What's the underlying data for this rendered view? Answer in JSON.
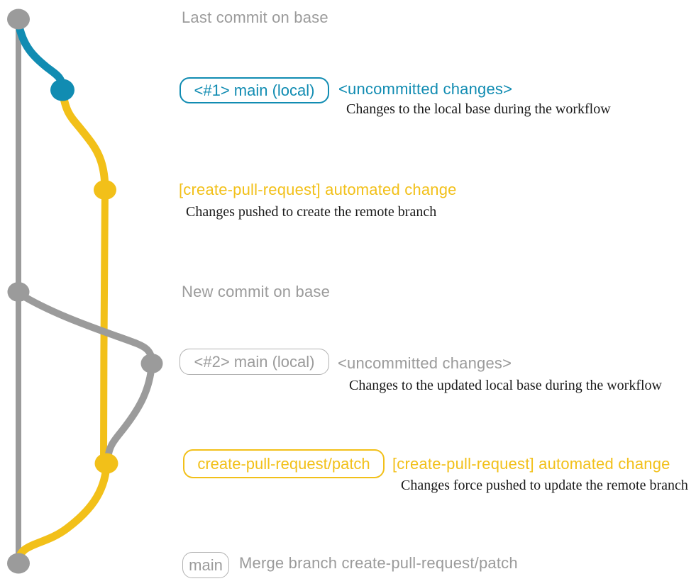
{
  "colors": {
    "teal": "#118cb2",
    "yellow": "#f2c019",
    "gray": "#9b9b9b",
    "gray_light": "#b2b2b2",
    "ink": "#1a1a1a",
    "background": "#ffffff"
  },
  "graph": {
    "nodes": [
      {
        "id": "base-last-commit",
        "color": "gray"
      },
      {
        "id": "main-local-1",
        "color": "teal"
      },
      {
        "id": "patch-commit-1",
        "color": "yellow"
      },
      {
        "id": "base-new-commit",
        "color": "gray"
      },
      {
        "id": "main-local-2",
        "color": "gray"
      },
      {
        "id": "patch-commit-2",
        "color": "yellow"
      },
      {
        "id": "merge-commit",
        "color": "gray"
      }
    ]
  },
  "annotations": {
    "last_commit": {
      "text": "Last commit on base"
    },
    "checkout1": {
      "badge": "<#1> main (local)",
      "status": "<uncommitted changes>",
      "note": "Changes to the local base during the workflow"
    },
    "push1": {
      "message": "[create-pull-request] automated change",
      "note": "Changes pushed to create the remote branch"
    },
    "new_commit": {
      "text": "New commit on base"
    },
    "checkout2": {
      "badge": "<#2> main (local)",
      "status": "<uncommitted changes>",
      "note": "Changes to the updated local base during the workflow"
    },
    "push2": {
      "badge": "create-pull-request/patch",
      "message": "[create-pull-request] automated change",
      "note": "Changes force pushed to update the remote branch"
    },
    "merge": {
      "badge": "main",
      "message": "Merge branch create-pull-request/patch"
    }
  }
}
